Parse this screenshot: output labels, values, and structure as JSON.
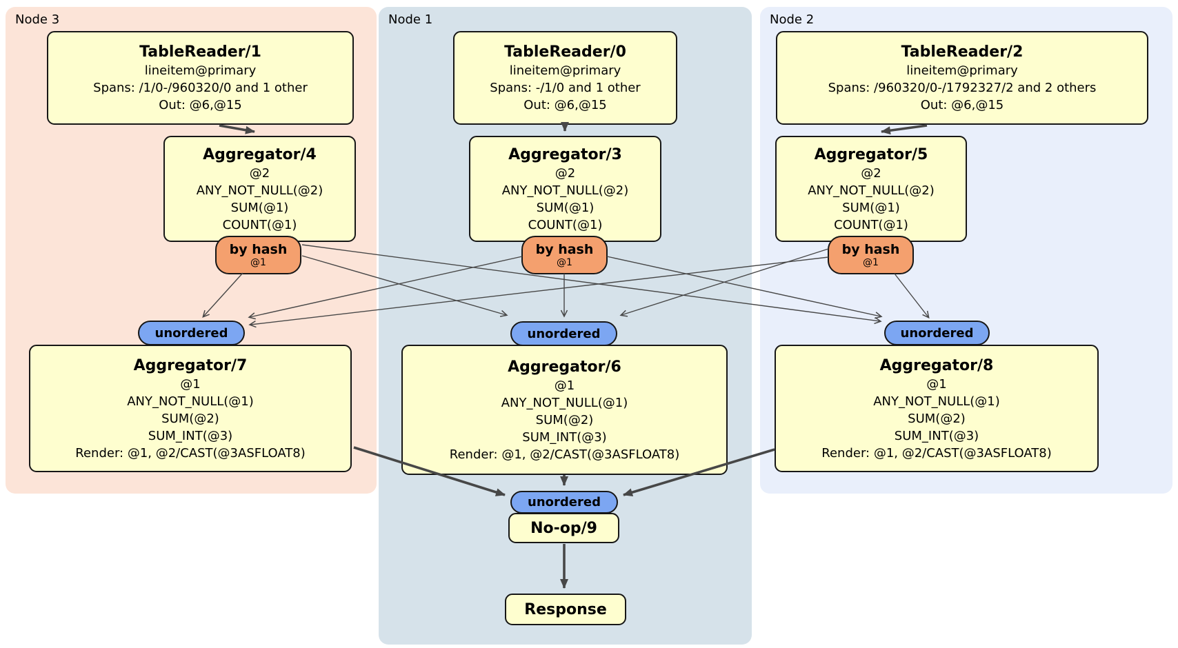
{
  "panels": [
    {
      "label": "Node 3"
    },
    {
      "label": "Node 1"
    },
    {
      "label": "Node 2"
    }
  ],
  "processors": {
    "tr1": {
      "title": "TableReader/1",
      "rows": [
        "lineitem@primary",
        "Spans: /1/0-/960320/0 and 1 other",
        "Out: @6,@15"
      ]
    },
    "tr0": {
      "title": "TableReader/0",
      "rows": [
        "lineitem@primary",
        "Spans: -/1/0 and 1 other",
        "Out: @6,@15"
      ]
    },
    "tr2": {
      "title": "TableReader/2",
      "rows": [
        "lineitem@primary",
        "Spans: /960320/0-/1792327/2 and 2 others",
        "Out: @6,@15"
      ]
    },
    "agg4": {
      "title": "Aggregator/4",
      "rows": [
        "@2",
        "ANY_NOT_NULL(@2)",
        "SUM(@1)",
        "COUNT(@1)"
      ]
    },
    "agg3": {
      "title": "Aggregator/3",
      "rows": [
        "@2",
        "ANY_NOT_NULL(@2)",
        "SUM(@1)",
        "COUNT(@1)"
      ]
    },
    "agg5": {
      "title": "Aggregator/5",
      "rows": [
        "@2",
        "ANY_NOT_NULL(@2)",
        "SUM(@1)",
        "COUNT(@1)"
      ]
    },
    "agg7": {
      "title": "Aggregator/7",
      "rows": [
        "@1",
        "ANY_NOT_NULL(@1)",
        "SUM(@2)",
        "SUM_INT(@3)",
        "Render: @1, @2/CAST(@3ASFLOAT8)"
      ]
    },
    "agg6": {
      "title": "Aggregator/6",
      "rows": [
        "@1",
        "ANY_NOT_NULL(@1)",
        "SUM(@2)",
        "SUM_INT(@3)",
        "Render: @1, @2/CAST(@3ASFLOAT8)"
      ]
    },
    "agg8": {
      "title": "Aggregator/8",
      "rows": [
        "@1",
        "ANY_NOT_NULL(@1)",
        "SUM(@2)",
        "SUM_INT(@3)",
        "Render: @1, @2/CAST(@3ASFLOAT8)"
      ]
    },
    "noop": {
      "title": "No-op/9"
    },
    "response": {
      "title": "Response"
    }
  },
  "router": {
    "label": "by hash",
    "detail": "@1"
  },
  "sync": {
    "label": "unordered"
  },
  "colors": {
    "node3_panel": "#fce4d8",
    "node1_panel": "#d6e2ea",
    "node2_panel": "#e9effb",
    "processor_fill": "#fefecf",
    "router_fill": "#f4a06e",
    "sync_fill": "#7ca6f2",
    "edge": "#474747"
  }
}
